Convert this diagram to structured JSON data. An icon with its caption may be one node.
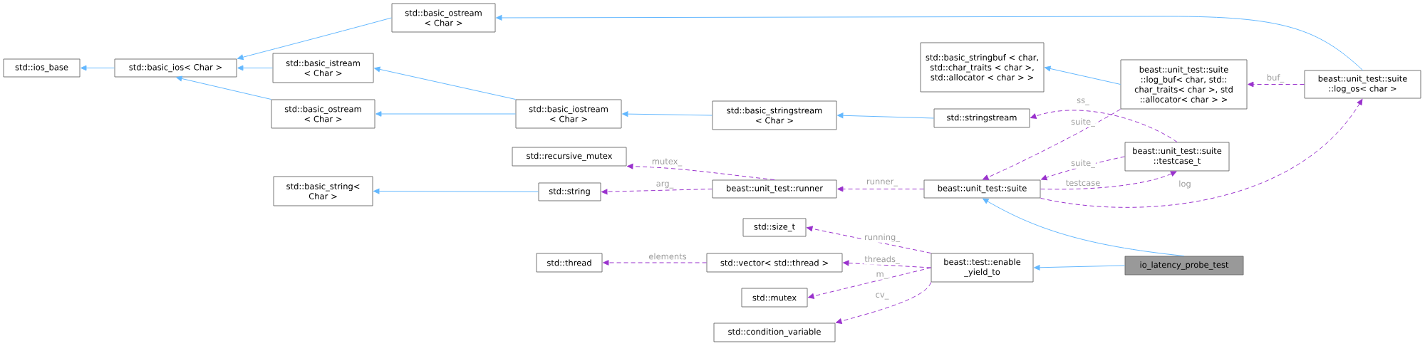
{
  "diagram": {
    "nodes": [
      {
        "text": [
          "std::ios_base"
        ]
      },
      {
        "text": [
          "std::basic_ios< Char >"
        ]
      },
      {
        "text": [
          "std::basic_ostream < Char >"
        ]
      },
      {
        "text": [
          "std::basic_istream < Char >"
        ]
      },
      {
        "text": [
          "std::basic_ostream < Char >"
        ]
      },
      {
        "text": [
          "std::basic_string< Char >"
        ]
      },
      {
        "text": [
          "std::string"
        ]
      },
      {
        "text": [
          "std::thread"
        ]
      },
      {
        "text": [
          "std::basic_iostream < Char >"
        ]
      },
      {
        "text": [
          "std::recursive_mutex"
        ]
      },
      {
        "text": [
          "beast::unit_test::runner"
        ]
      },
      {
        "text": [
          "std::size_t"
        ]
      },
      {
        "text": [
          "std::vector< std::thread >"
        ]
      },
      {
        "text": [
          "std::mutex"
        ]
      },
      {
        "text": [
          "std::condition_variable"
        ]
      },
      {
        "text": [
          "std::basic_stringstream < Char >"
        ]
      },
      {
        "text": [
          "std::stringstream"
        ]
      },
      {
        "text": [
          "std::basic_stringbuf < char, std::char_traits < char >, std::allocator < char > >"
        ]
      },
      {
        "text": [
          "beast::unit_test::suite"
        ]
      },
      {
        "text": [
          "beast::test::enable _yield_to"
        ]
      },
      {
        "text": [
          "beast::unit_test::suite ::log_buf< char, std:: char_traits< char >, std ::allocator< char > >"
        ]
      },
      {
        "text": [
          "beast::unit_test::suite ::testcase_t"
        ]
      },
      {
        "text": [
          "io_latency_probe_test"
        ]
      },
      {
        "text": [
          "beast::unit_test::suite ::log_os< char >"
        ]
      }
    ],
    "edges": [
      {
        "from": 1,
        "to": 0,
        "arrow": "to",
        "color": "#63b8ff"
      },
      {
        "from": 2,
        "to": 1,
        "arrow": "to",
        "color": "#63b8ff"
      },
      {
        "from": 3,
        "to": 1,
        "arrow": "to",
        "color": "#63b8ff"
      },
      {
        "from": 4,
        "to": 1,
        "arrow": "to",
        "color": "#63b8ff"
      },
      {
        "from": 8,
        "to": 3,
        "arrow": "to",
        "color": "#63b8ff"
      },
      {
        "from": 8,
        "to": 4,
        "arrow": "to",
        "color": "#63b8ff"
      },
      {
        "from": 15,
        "to": 8,
        "arrow": "to",
        "color": "#63b8ff"
      },
      {
        "from": 16,
        "to": 15,
        "arrow": "to",
        "color": "#63b8ff"
      },
      {
        "from": 20,
        "to": 17,
        "arrow": "to",
        "color": "#63b8ff"
      },
      {
        "from": 23,
        "to": 2,
        "arrow": "to",
        "color": "#63b8ff"
      },
      {
        "from": 6,
        "to": 5,
        "arrow": "to",
        "color": "#63b8ff"
      },
      {
        "from": 22,
        "to": 18,
        "arrow": "to",
        "color": "#63b8ff"
      },
      {
        "from": 22,
        "to": 19,
        "arrow": "to",
        "color": "#63b8ff"
      },
      {
        "from": 23,
        "to": 20,
        "arrow": "to",
        "label": "buf_",
        "style": "dashed"
      },
      {
        "from": 21,
        "to": 16,
        "arrow": "to",
        "label": "ss_",
        "style": "dashed"
      },
      {
        "from": 20,
        "to": 18,
        "arrow": "to",
        "label": "suite_",
        "style": "dashed"
      },
      {
        "from": 21,
        "to": 18,
        "arrow": "to",
        "label": "suite_",
        "style": "dashed"
      },
      {
        "from": 18,
        "to": 21,
        "arrow": "to",
        "label": "testcase",
        "style": "dashed"
      },
      {
        "from": 18,
        "to": 23,
        "arrow": "to",
        "label": "log",
        "style": "dashed"
      },
      {
        "from": 10,
        "to": 9,
        "arrow": "to",
        "label": "mutex_",
        "style": "dashed"
      },
      {
        "from": 10,
        "to": 6,
        "arrow": "to",
        "label": "arg_",
        "style": "dashed"
      },
      {
        "from": 18,
        "to": 10,
        "arrow": "to",
        "label": "runner_",
        "style": "dashed"
      },
      {
        "from": 19,
        "to": 11,
        "arrow": "to",
        "label": "running_",
        "style": "dashed"
      },
      {
        "from": 19,
        "to": 12,
        "arrow": "to",
        "label": "threads_",
        "style": "dashed"
      },
      {
        "from": 12,
        "to": 7,
        "arrow": "to",
        "label": "elements",
        "style": "dashed"
      },
      {
        "from": 19,
        "to": 13,
        "arrow": "to",
        "label": "m_",
        "style": "dashed"
      },
      {
        "from": 19,
        "to": 14,
        "arrow": "to",
        "label": "cv_",
        "style": "dashed"
      }
    ]
  }
}
